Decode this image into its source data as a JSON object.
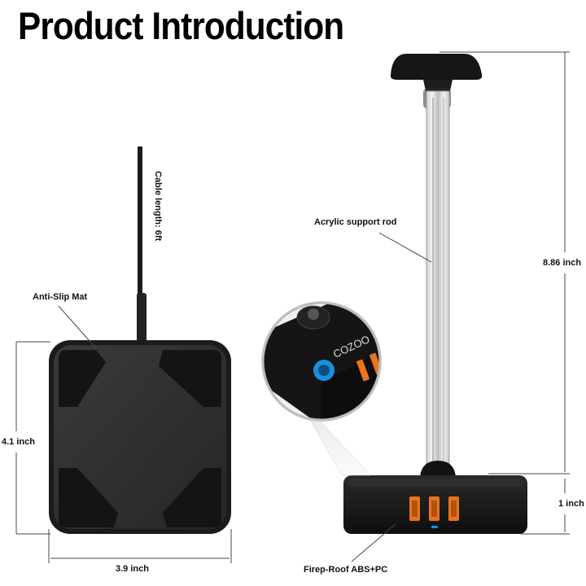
{
  "title": "Product Introduction",
  "labels": {
    "cable_length": "Cable length: 6ft",
    "anti_slip_mat": "Anti-Slip Mat",
    "mat_height": "4.1 inch",
    "mat_width": "3.9 inch",
    "acrylic_rod": "Acrylic support rod",
    "total_height": "8.86 inch",
    "base_height": "1 inch",
    "material": "Firep-Roof ABS+PC"
  },
  "brand": "COZOO",
  "colors": {
    "port_orange": "#e8741c",
    "indicator_blue": "#1a8fe0",
    "body_black": "#141414"
  }
}
